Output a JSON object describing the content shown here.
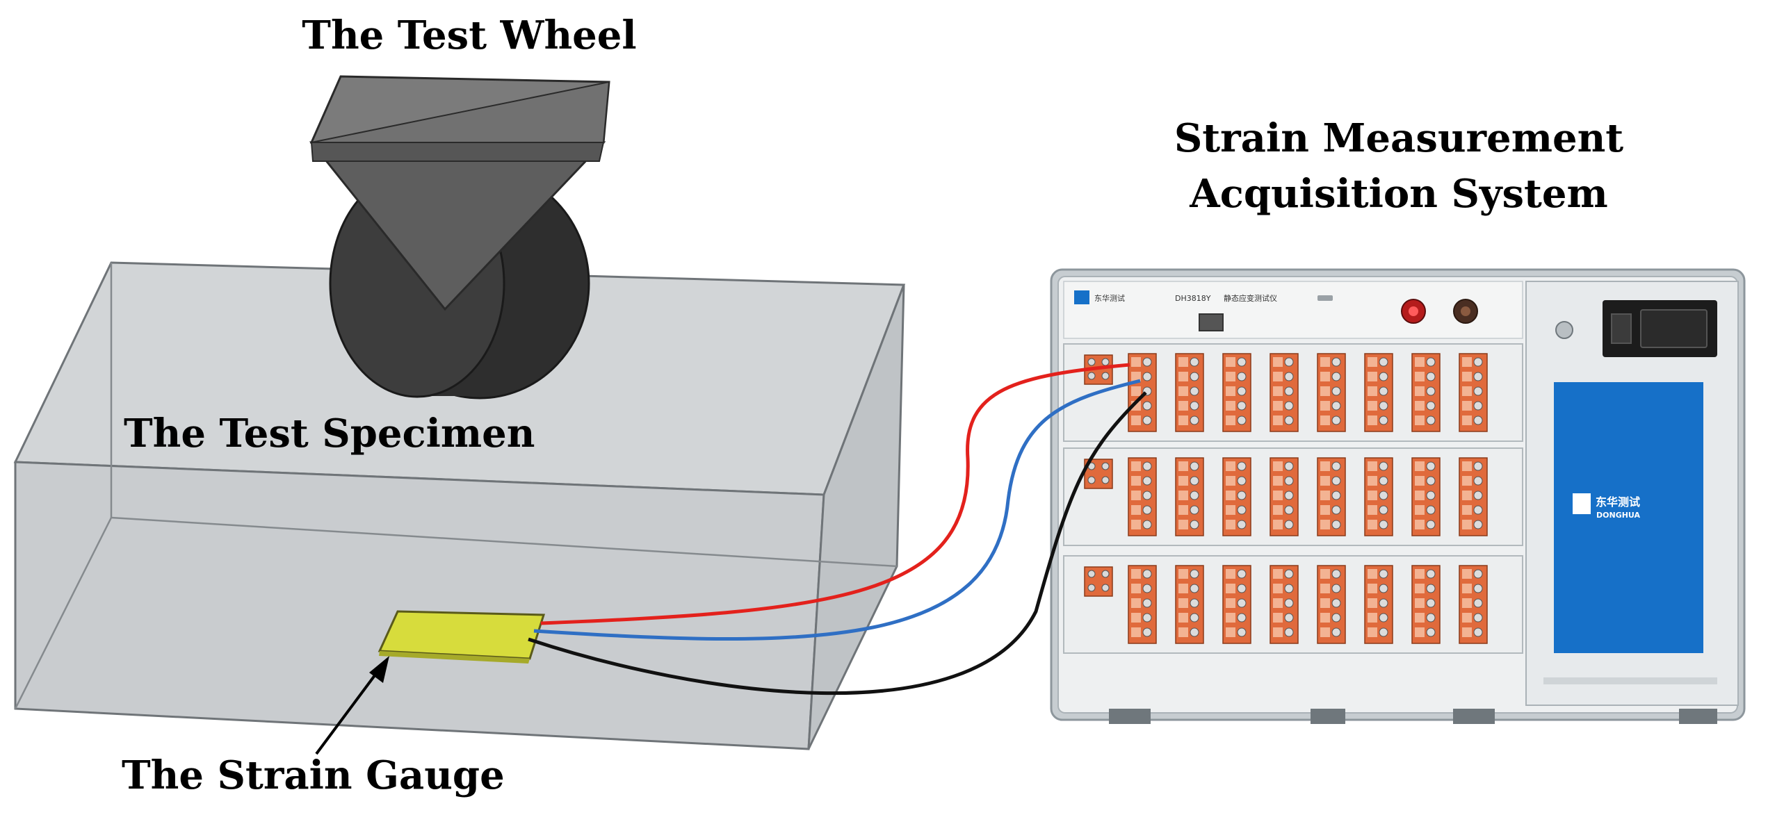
{
  "labels": {
    "test_wheel": "The Test Wheel",
    "test_specimen": "The Test Specimen",
    "strain_gauge": "The Strain Gauge",
    "system_line1": "Strain Measurement",
    "system_line2": "Acquisition System"
  },
  "device": {
    "model": "DH3818Y",
    "screen_logo_main": "东华测试",
    "screen_logo_sub": "DONGHUA",
    "row_count": 3,
    "channels_per_row": 8
  },
  "colors": {
    "wire_red": "#e3211c",
    "wire_blue": "#2f6fc4",
    "wire_black": "#111111",
    "gauge": "#d7dc3c",
    "specimen_fill": "#d6d9db",
    "wheel_dark": "#3c3c3c",
    "bracket": "#6c6c6c",
    "terminal": "#e06a3c",
    "screen_blue": "#1670c8"
  }
}
